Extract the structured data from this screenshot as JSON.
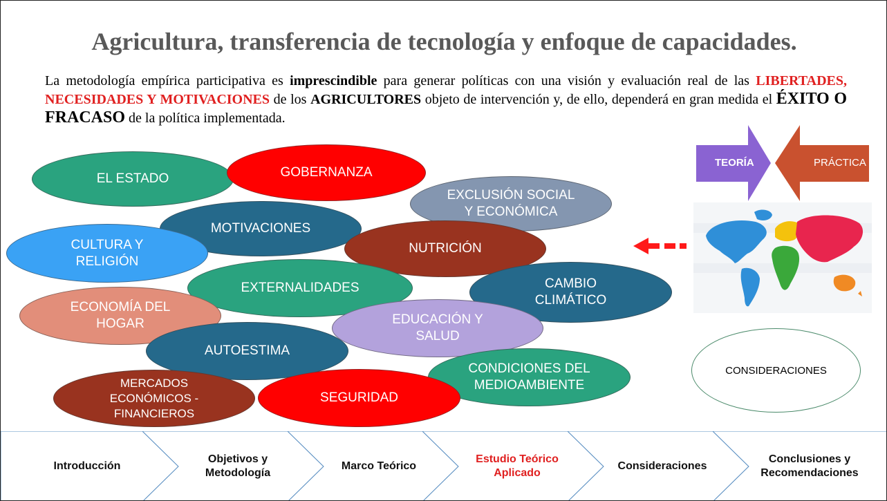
{
  "title": "Agricultura, transferencia de tecnología y enfoque de capacidades.",
  "intro": {
    "p1": "La metodología empírica participativa es ",
    "b1": "imprescindible",
    "p2": " para generar políticas con una visión y evaluación real de las ",
    "red": "LIBERTADES, NECESIDADES Y MOTIVACIONES",
    "p3": " de los ",
    "b2": "AGRICULTORES",
    "p4": " objeto de intervención y, de ello, dependerá en gran medida el ",
    "big": "ÉXITO O FRACASO",
    "p5": " de la política implementada."
  },
  "bubbles": {
    "estado": "EL ESTADO",
    "gobernanza": "GOBERNANZA",
    "exclusion": "EXCLUSIÓN SOCIAL Y ECONÓMICA",
    "motivaciones": "MOTIVACIONES",
    "cultura": "CULTURA Y RELIGIÓN",
    "nutricion": "NUTRICIÓN",
    "externalidades": "EXTERNALIDADES",
    "cambio": "CAMBIO CLIMÁTICO",
    "economia": "ECONOMÍA DEL HOGAR",
    "educacion": "EDUCACIÓN Y SALUD",
    "autoestima": "AUTOESTIMA",
    "condiciones": "CONDICIONES DEL MEDIOAMBIENTE",
    "mercados": "MERCADOS ECONÓMICOS - FINANCIEROS",
    "seguridad": "SEGURIDAD"
  },
  "arrows": {
    "teoria": "TEORÍA",
    "practica": "PRÁCTICA"
  },
  "map": {
    "continents": [
      "America",
      "Europe",
      "Asia",
      "Africa",
      "Oceania",
      "Australia"
    ]
  },
  "consideraciones": "CONSIDERACIONES",
  "nav": [
    "Introducción",
    "Objetivos y Metodología",
    "Marco Teórico",
    "Estudio Teórico Aplicado",
    "Consideraciones",
    "Conclusiones y Recomendaciones"
  ],
  "colors": {
    "teal_green": "#2aa37f",
    "red": "#ff0000",
    "slate_blue": "#8496b0",
    "dark_teal_blue": "#25698b",
    "sky_blue": "#3aa2f5",
    "brown_red": "#99331f",
    "salmon": "#e28e7a",
    "lavender": "#b3a2dc",
    "purple_arrow": "#8a63d2",
    "orange_arrow": "#c9512f",
    "nav_active": "#e02020"
  }
}
